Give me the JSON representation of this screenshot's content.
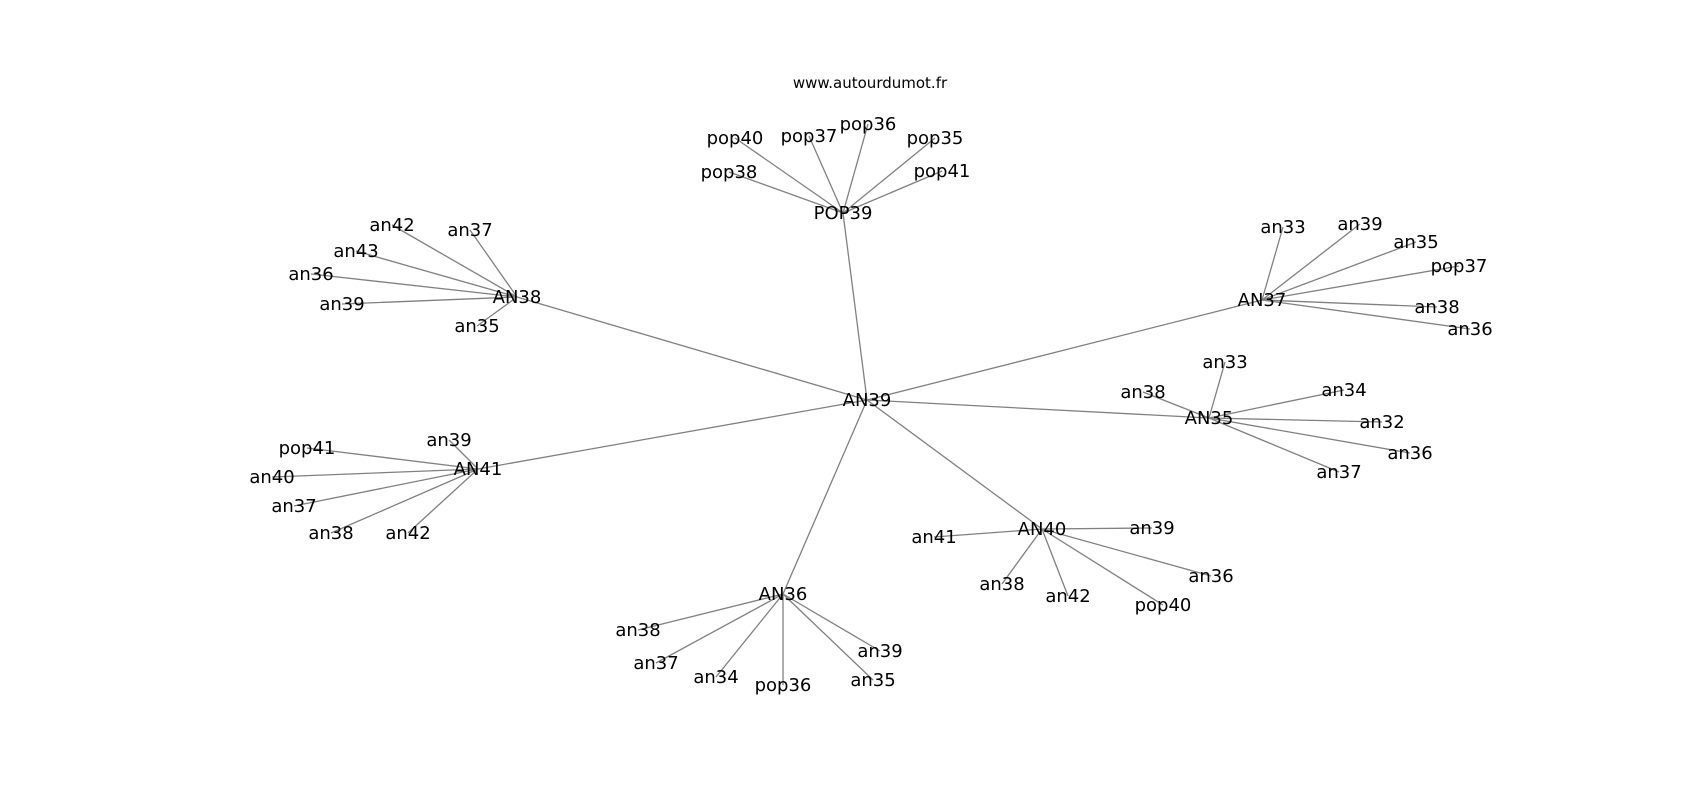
{
  "header": {
    "text": "www.autourdumot.fr"
  },
  "graph": {
    "center": "AN39",
    "hubs": [
      {
        "id": "POP39",
        "label": "POP39",
        "leaves": [
          "pop40",
          "pop37",
          "pop36",
          "pop35",
          "pop38",
          "pop41"
        ]
      },
      {
        "id": "AN38",
        "label": "AN38",
        "leaves": [
          "an42",
          "an37",
          "an43",
          "an36",
          "an39",
          "an35"
        ]
      },
      {
        "id": "AN37",
        "label": "AN37",
        "leaves": [
          "an33",
          "an39",
          "an35",
          "pop37",
          "an38",
          "an36"
        ]
      },
      {
        "id": "AN35",
        "label": "AN35",
        "leaves": [
          "an33",
          "an38",
          "an34",
          "an32",
          "an36",
          "an37"
        ]
      },
      {
        "id": "AN41",
        "label": "AN41",
        "leaves": [
          "an39",
          "pop41",
          "an40",
          "an37",
          "an38",
          "an42"
        ]
      },
      {
        "id": "AN40",
        "label": "AN40",
        "leaves": [
          "an41",
          "an39",
          "an36",
          "an38",
          "an42",
          "pop40"
        ]
      },
      {
        "id": "AN36",
        "label": "AN36",
        "leaves": [
          "an38",
          "an37",
          "an34",
          "pop36",
          "an35",
          "an39"
        ]
      }
    ]
  }
}
